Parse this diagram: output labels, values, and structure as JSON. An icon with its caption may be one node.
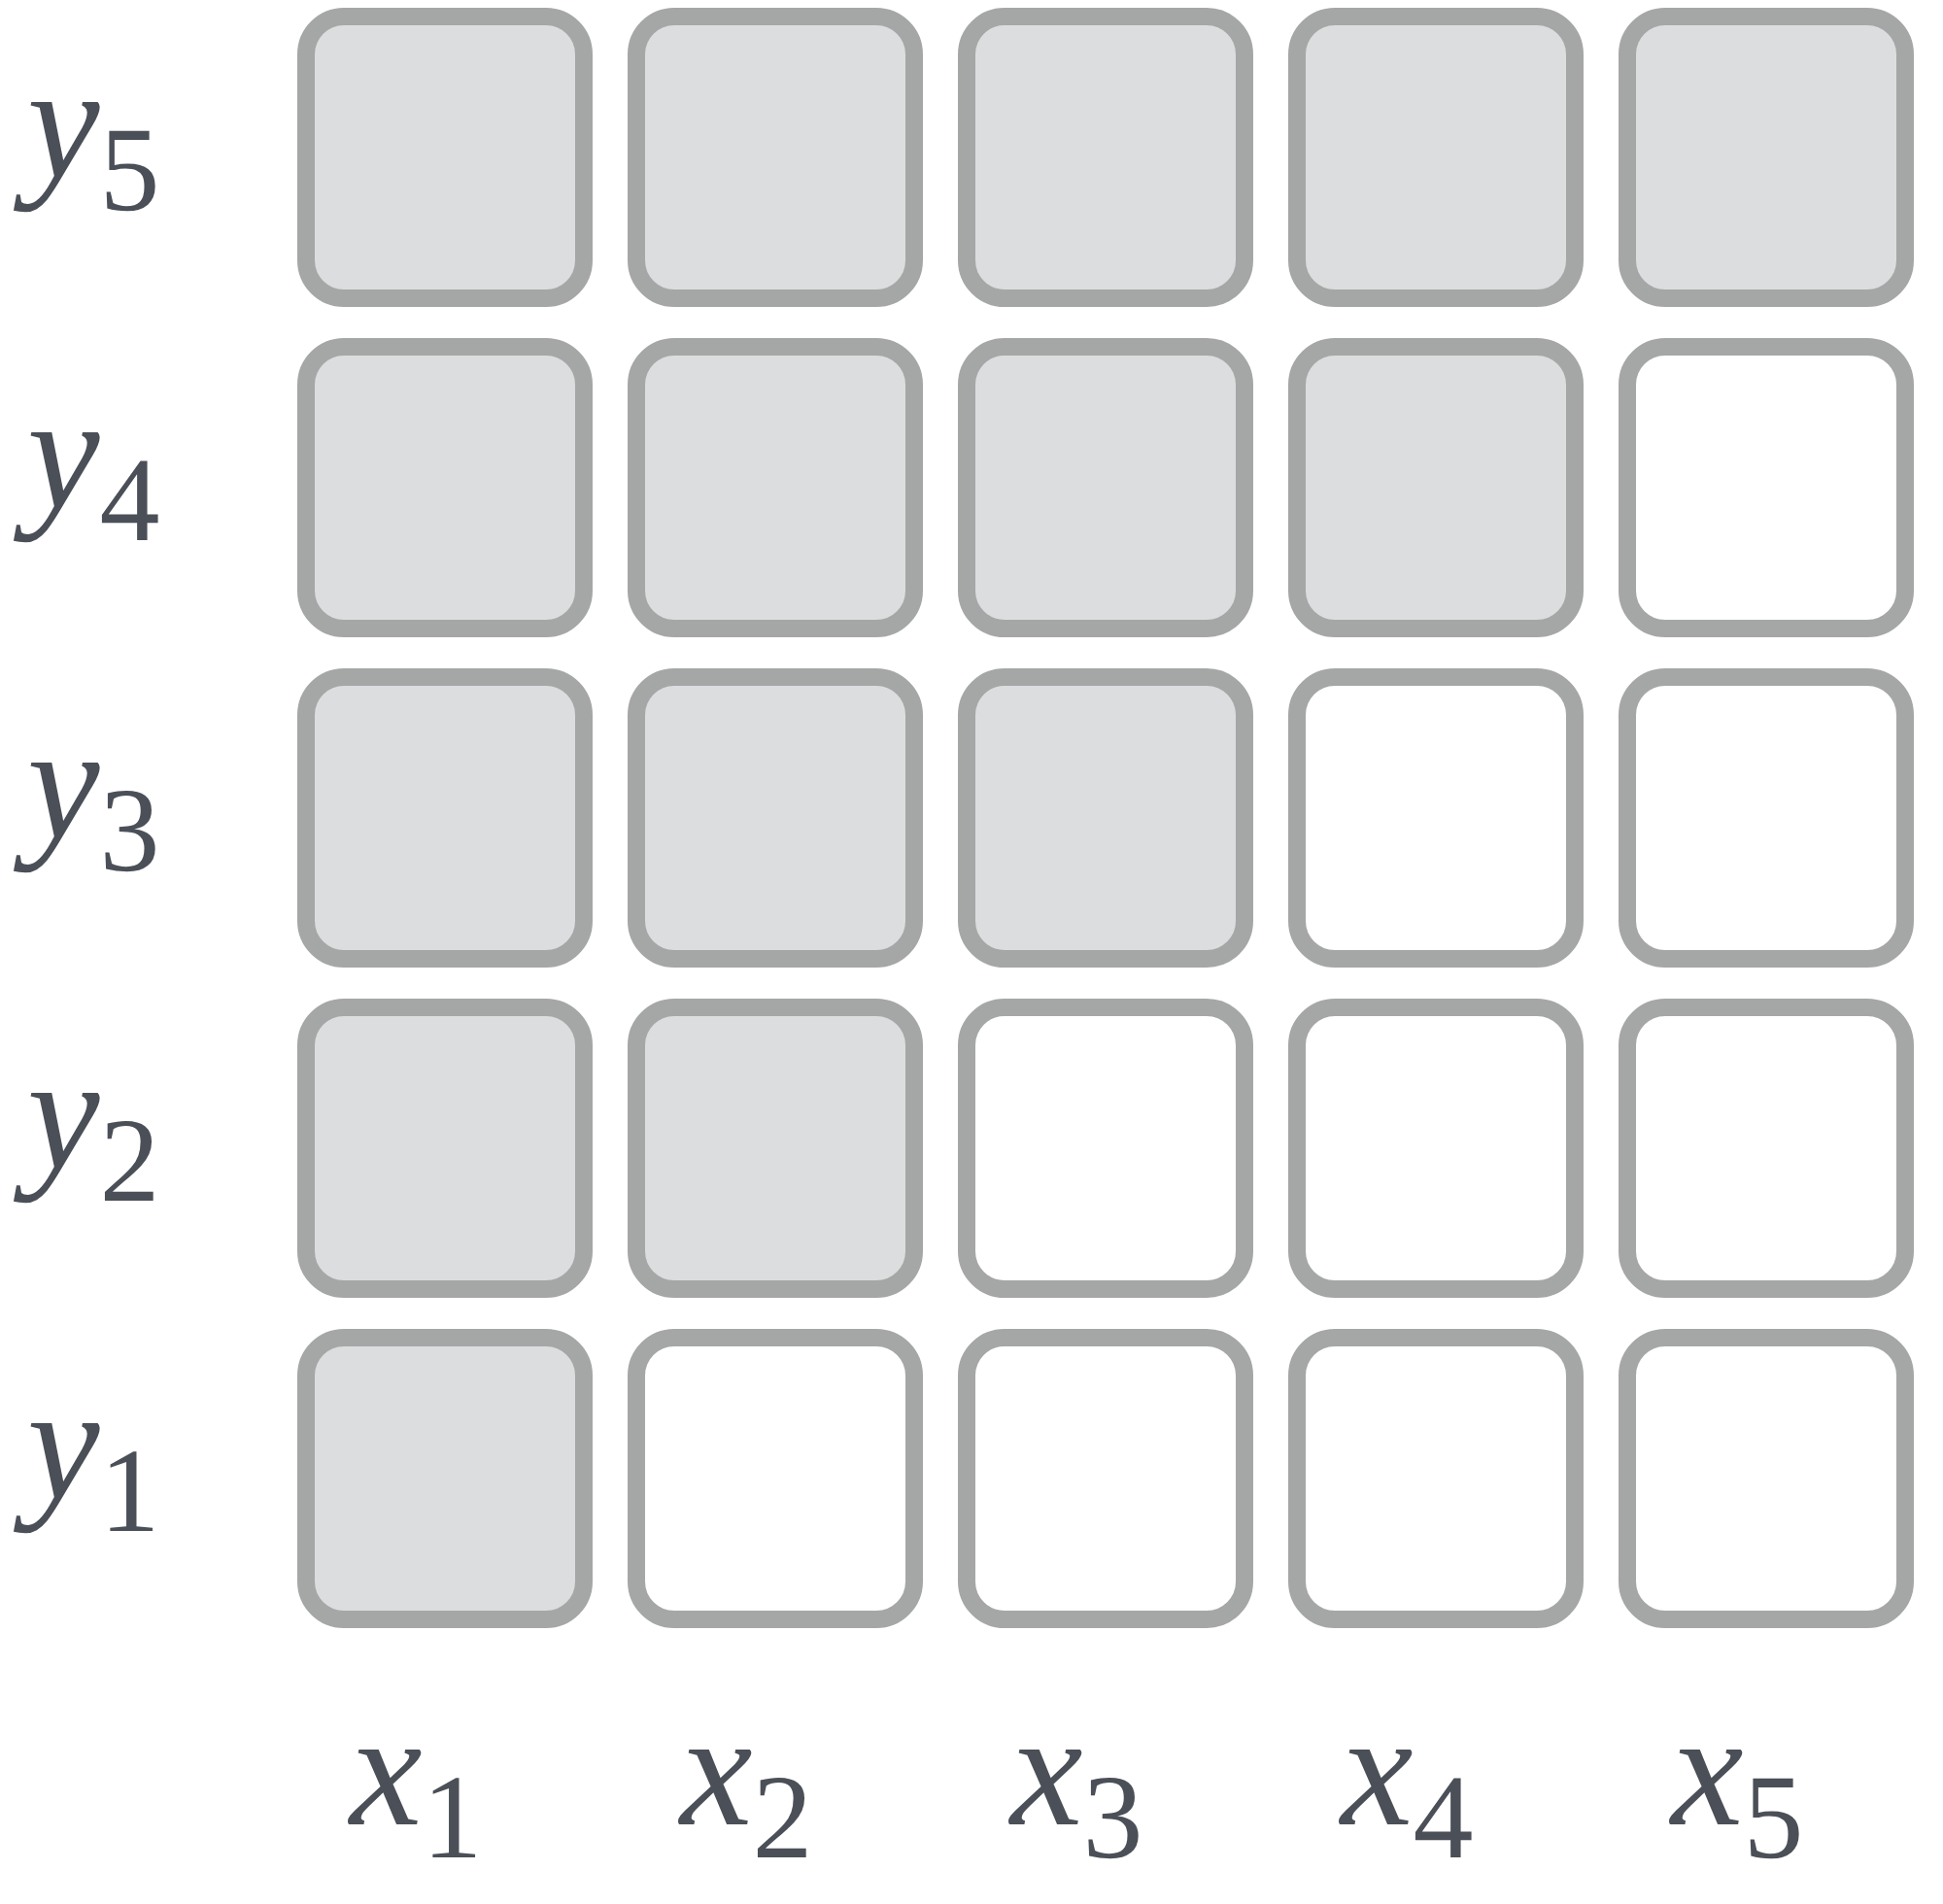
{
  "diagram": {
    "nodes": [
      {
        "text": [],
        "shape": "shaded-box"
      },
      {
        "text": [],
        "shape": "shaded-box"
      },
      {
        "text": [],
        "shape": "shaded-box"
      },
      {
        "text": [],
        "shape": "shaded-box"
      },
      {
        "text": [],
        "shape": "shaded-box"
      },
      {
        "text": [],
        "shape": "shaded-box"
      },
      {
        "text": [],
        "shape": "shaded-box"
      },
      {
        "text": [],
        "shape": "shaded-box"
      },
      {
        "text": [],
        "shape": "shaded-box"
      },
      {
        "text": [],
        "shape": "box"
      },
      {
        "text": [],
        "shape": "shaded-box"
      },
      {
        "text": [],
        "shape": "shaded-box"
      },
      {
        "text": [],
        "shape": "shaded-box"
      },
      {
        "text": [],
        "shape": "box"
      },
      {
        "text": [],
        "shape": "box"
      },
      {
        "text": [],
        "shape": "shaded-box"
      },
      {
        "text": [],
        "shape": "shaded-box"
      },
      {
        "text": [],
        "shape": "box"
      },
      {
        "text": [],
        "shape": "box"
      },
      {
        "text": [],
        "shape": "box"
      },
      {
        "text": [],
        "shape": "shaded-box"
      },
      {
        "text": [],
        "shape": "box"
      },
      {
        "text": [],
        "shape": "box"
      },
      {
        "text": [],
        "shape": "box"
      },
      {
        "text": [],
        "shape": "box"
      }
    ],
    "labels": [
      "*y*$_{5}$",
      "*y*$_{4}$",
      "*y*$_{3}$",
      "*y*$_{2}$",
      "*y*$_{1}$",
      "*x*$_{1}$",
      "*x*$_{2}$",
      "*x*$_{3}$",
      "*x*$_{4}$",
      "*x*$_{5}$"
    ]
  }
}
